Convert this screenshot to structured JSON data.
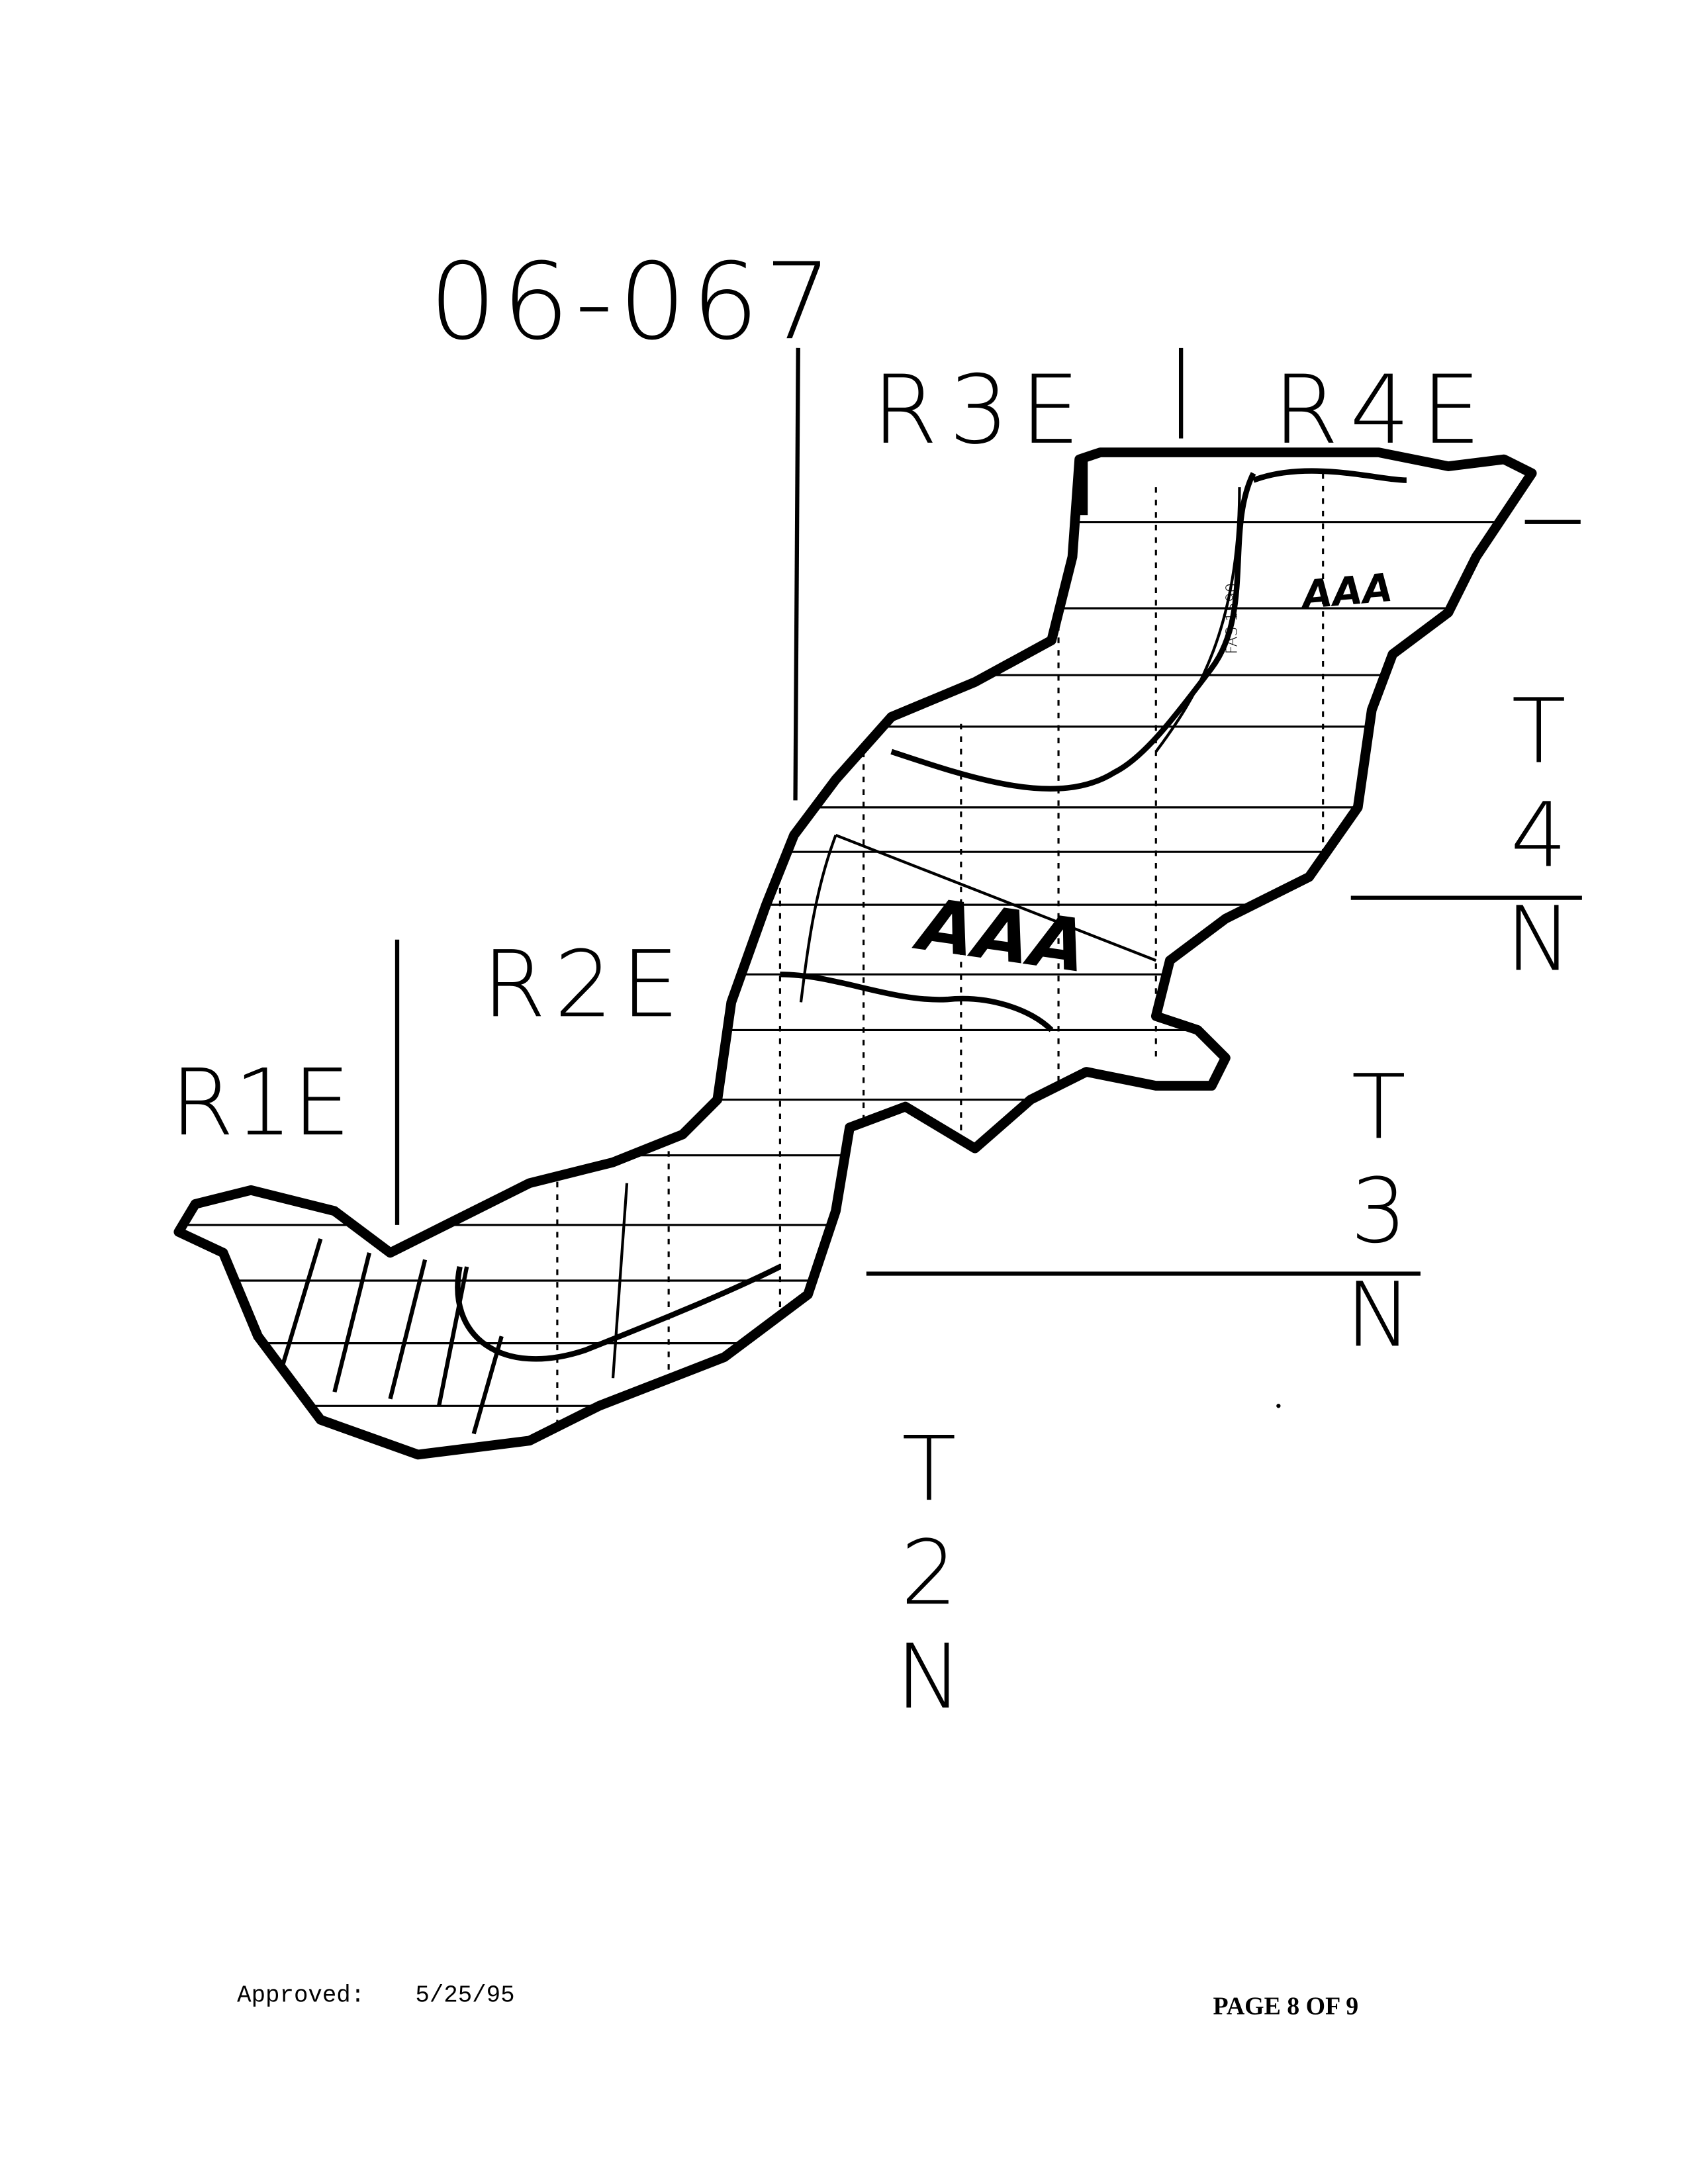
{
  "map": {
    "map_number": "06-067",
    "range_labels": [
      "R1E",
      "R2E",
      "R3E",
      "R4E"
    ],
    "township_labels": [
      "T4N",
      "T3N",
      "T2N"
    ],
    "zone_labels": [
      "AAA",
      "AAA"
    ],
    "road_label": "FAS 1590"
  },
  "footer": {
    "approved_label": "Approved:",
    "approved_date": "5/25/95",
    "page_indicator": "PAGE 8 OF 9"
  }
}
